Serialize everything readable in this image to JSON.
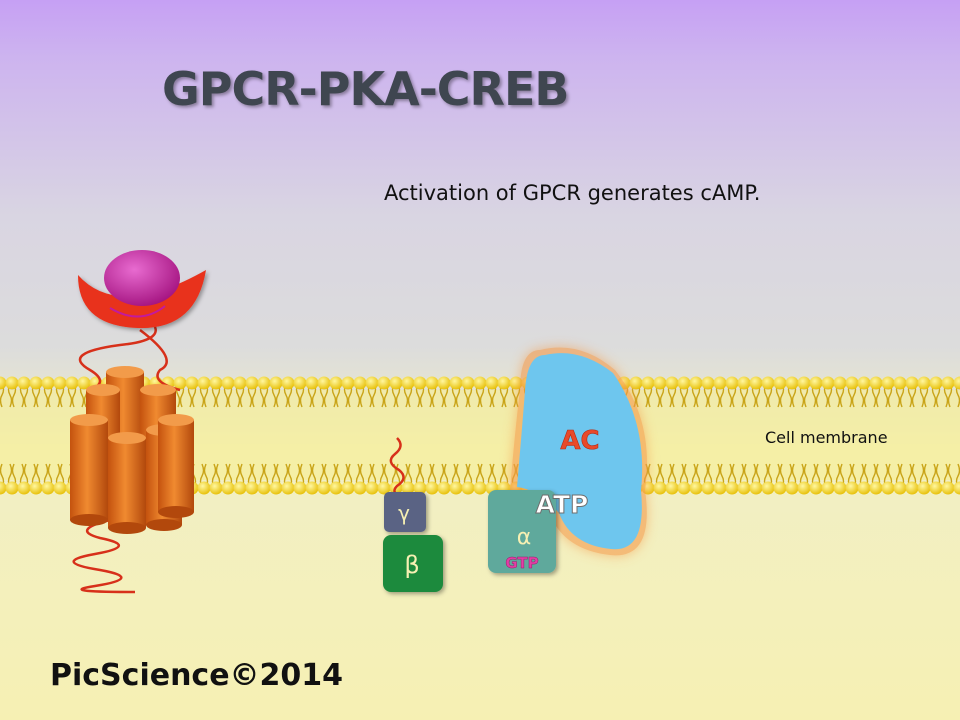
{
  "slide": {
    "title": "GPCR-PKA-CREB",
    "subtitle": "Activation of GPCR generates cAMP.",
    "membrane_label": "Cell membrane",
    "copyright": "PicScience©2014"
  },
  "molecules": {
    "ac_label": "AC",
    "atp_label": "ATP",
    "alpha_label": "α",
    "gtp_label": "GTP",
    "beta_label": "β",
    "gamma_label": "γ"
  },
  "colors": {
    "membrane_head": "#f2d21a",
    "membrane_tail": "#c9a418",
    "receptor_orange": "#e8761e",
    "ligand_magenta": "#c21a9e",
    "ligand_cradle_red": "#e8301c",
    "ac_blue": "#6ec6ee",
    "alpha_teal": "#5fa99c",
    "beta_green": "#1f8a3c",
    "gamma_slate": "#5a6384",
    "gtp_pink": "#e33fa6",
    "ac_text_red": "#e84a2a"
  }
}
